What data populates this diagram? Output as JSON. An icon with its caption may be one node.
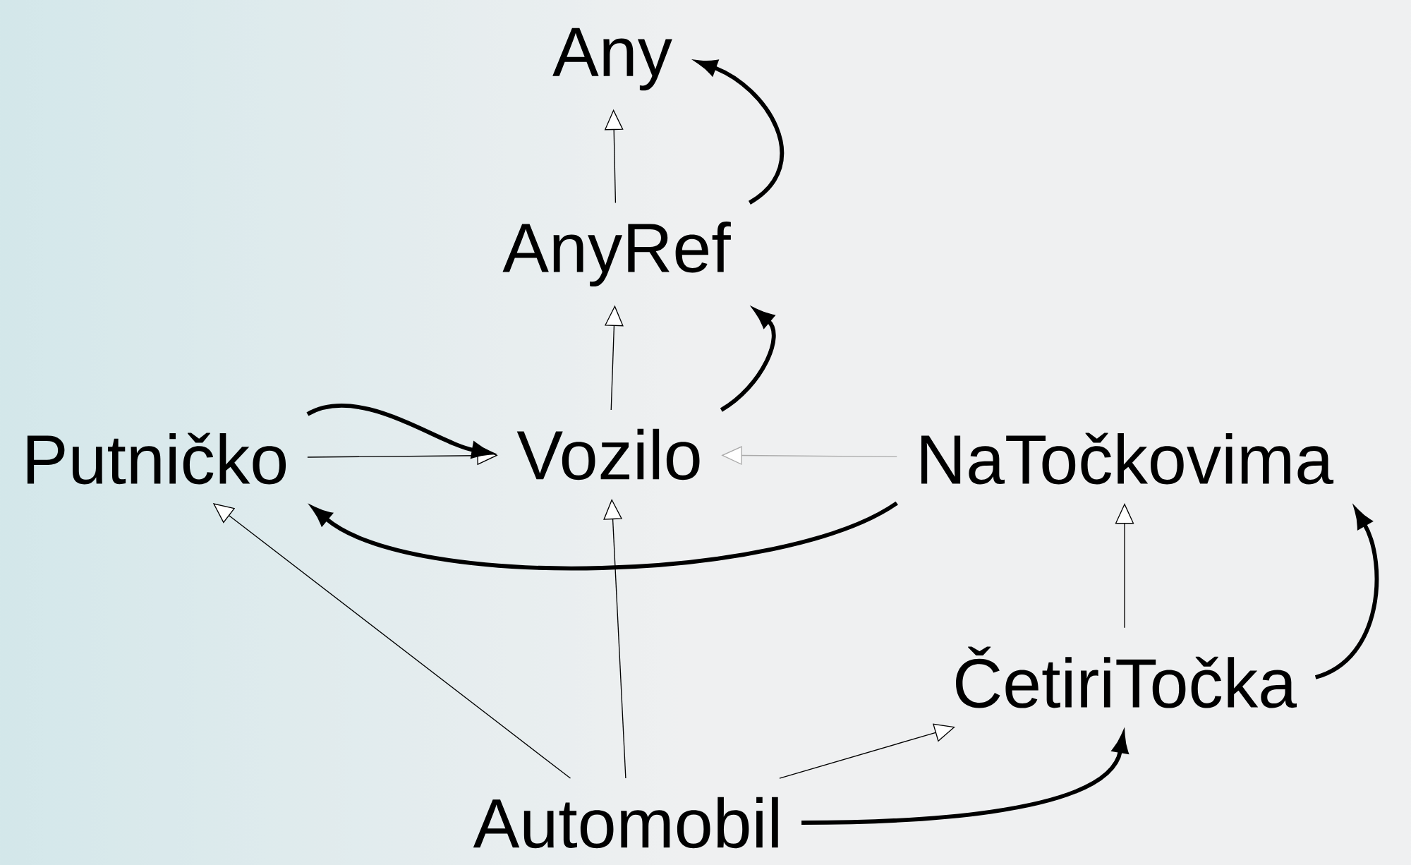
{
  "diagram": {
    "nodes": [
      {
        "text": [
          "Any"
        ]
      },
      {
        "text": [
          "AnyRef"
        ]
      },
      {
        "text": [
          "Putničko"
        ]
      },
      {
        "text": [
          "Vozilo"
        ]
      },
      {
        "text": [
          "NaTočkovima"
        ]
      },
      {
        "text": [
          "ČetiriTočka"
        ]
      },
      {
        "text": [
          "Automobil"
        ]
      }
    ],
    "edges": [
      {
        "from": 1,
        "to": 0,
        "arrow": "to"
      },
      {
        "from": 1,
        "to": 0,
        "arrow": "to",
        "style": "thick"
      },
      {
        "from": 3,
        "to": 1,
        "arrow": "to"
      },
      {
        "from": 3,
        "to": 1,
        "arrow": "to",
        "style": "thick"
      },
      {
        "from": 2,
        "to": 3,
        "arrow": "to"
      },
      {
        "from": 2,
        "to": 3,
        "arrow": "to",
        "style": "thick"
      },
      {
        "from": 4,
        "to": 3,
        "arrow": "to",
        "color": "#aaaaaa"
      },
      {
        "from": 4,
        "to": 2,
        "arrow": "to",
        "style": "thick"
      },
      {
        "from": 6,
        "to": 3,
        "arrow": "to"
      },
      {
        "from": 6,
        "to": 2,
        "arrow": "to"
      },
      {
        "from": 5,
        "to": 4,
        "arrow": "to"
      },
      {
        "from": 5,
        "to": 4,
        "arrow": "to",
        "style": "thick"
      },
      {
        "from": 6,
        "to": 5,
        "arrow": "to"
      },
      {
        "from": 6,
        "to": 5,
        "arrow": "to",
        "style": "thick"
      }
    ]
  }
}
